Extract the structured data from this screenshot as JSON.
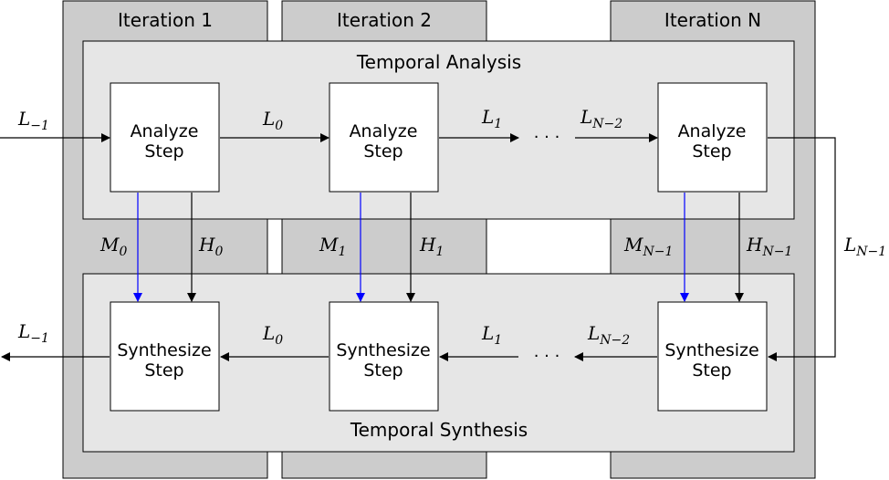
{
  "iterations": [
    "Iteration 1",
    "Iteration 2",
    "Iteration N"
  ],
  "panels": {
    "analysis": "Temporal Analysis",
    "synthesis": "Temporal Synthesis"
  },
  "analyze_box": [
    "Analyze",
    "Step"
  ],
  "synthesize_box": [
    "Synthesize",
    "Step"
  ],
  "ellipsis": "· · ·",
  "labels": {
    "l_in": {
      "base": "L",
      "sub": "−1"
    },
    "l0": {
      "base": "L",
      "sub": "0"
    },
    "l1": {
      "base": "L",
      "sub": "1"
    },
    "ln2": {
      "base": "L",
      "sub": "N−2"
    },
    "ln1": {
      "base": "L",
      "sub": "N−1"
    },
    "m0": {
      "base": "M",
      "sub": "0"
    },
    "h0": {
      "base": "H",
      "sub": "0"
    },
    "m1": {
      "base": "M",
      "sub": "1"
    },
    "h1": {
      "base": "H",
      "sub": "1"
    },
    "mn1": {
      "base": "M",
      "sub": "N−1"
    },
    "hn1": {
      "base": "H",
      "sub": "N−1"
    },
    "l_out": {
      "base": "L",
      "sub": "−1"
    },
    "sl0": {
      "base": "L",
      "sub": "0"
    },
    "sl1": {
      "base": "L",
      "sub": "1"
    },
    "sln2": {
      "base": "L",
      "sub": "N−2"
    }
  },
  "colors": {
    "column": "#cccccc",
    "panel": "#e6e6e6",
    "residual_arrow": "#0000ff"
  }
}
